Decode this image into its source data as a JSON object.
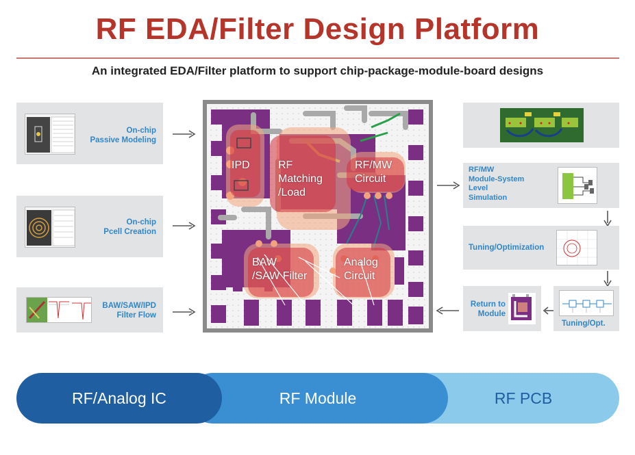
{
  "header": {
    "title": "RF EDA/Filter Design Platform",
    "subtitle": "An integrated EDA/Filter platform to support chip-package-module-board designs"
  },
  "left_cards": [
    {
      "line1": "On-chip",
      "line2": "Passive Modeling"
    },
    {
      "line1": "On-chip",
      "line2": "Pcell Creation"
    },
    {
      "line1": "BAW/SAW/IPD",
      "line2": "Filter Flow"
    }
  ],
  "chip": {
    "regions": {
      "ipd": "IPD",
      "rf_matching": [
        "RF",
        "Matching",
        "/Load"
      ],
      "rf_mw": [
        "RF/MW",
        "Circuit"
      ],
      "baw_saw": [
        "BAW",
        "/SAW Filter"
      ],
      "analog": [
        "Analog",
        "Circuit"
      ]
    }
  },
  "right_flow": {
    "module_sim": [
      "RF/MW",
      "Module-System",
      "Level",
      "Simulation"
    ],
    "tuning_opt": "Tuning/Optimization",
    "return_to_module": [
      "Return to",
      "Module"
    ],
    "tuning_opt_short": "Tuning/Opt."
  },
  "bottom_bar": {
    "segments": [
      "RF/Analog IC",
      "RF Module",
      "RF PCB"
    ]
  },
  "colors": {
    "title_red": "#b5352b",
    "label_blue": "#2f86c8",
    "pill_dark": "#1f5ea0",
    "pill_mid": "#3a8fd2",
    "pill_light": "#8ccaec",
    "pill_light_text": "#1f5ea0",
    "chip_purple": "#7a2f83",
    "chip_peach": "#f2a27e",
    "chip_red_overlay": "#c8333a",
    "arrow_gray": "#555555"
  }
}
